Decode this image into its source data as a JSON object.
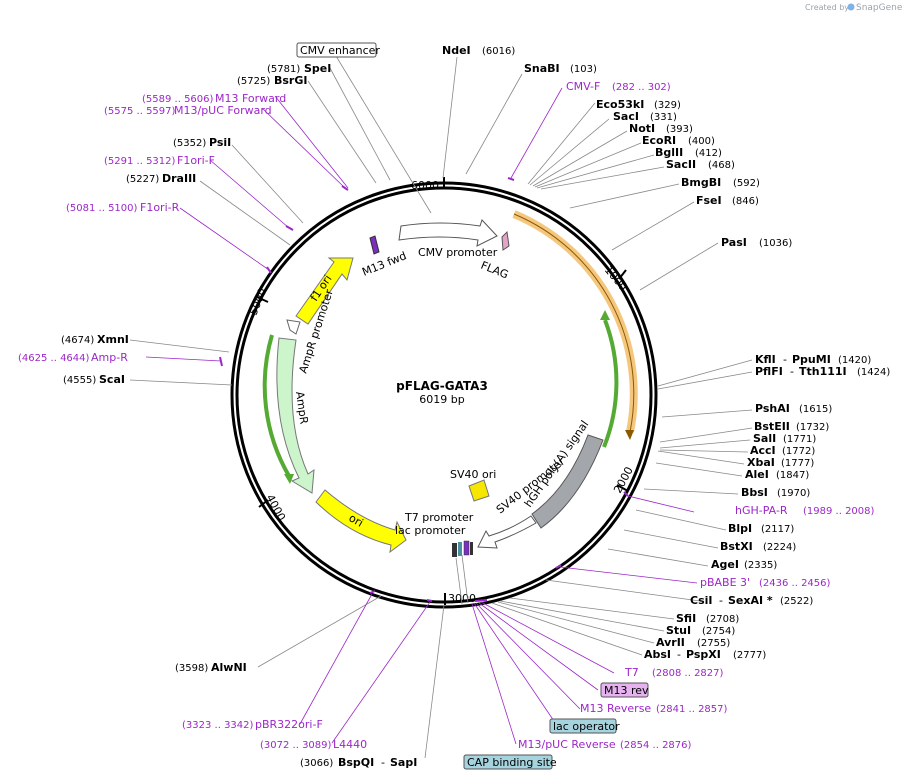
{
  "credit": {
    "created_by": "Created by",
    "brand": "SnapGene"
  },
  "plasmid": {
    "name": "pFLAG-GATA3",
    "length": "6019 bp"
  },
  "ticks": {
    "t1000": "1000",
    "t2000": "2000",
    "t3000": "3000",
    "t4000": "4000",
    "t5000": "5000",
    "t6000": "6000"
  },
  "features": {
    "cmv_promoter": "CMV promoter",
    "flag": "FLAG",
    "m13_fwd": "M13 fwd",
    "f1_ori": "f1 ori",
    "ampr_promoter": "AmpR promoter",
    "ampr": "AmpR",
    "ori": "ori",
    "sv40_ori": "SV40 ori",
    "sv40_promoter": "SV40 promoter",
    "hgh_polya": "hGH poly(A) signal",
    "t7_promoter": "T7 promoter",
    "lac_promoter": "lac promoter"
  },
  "labels": {
    "cmv_enhancer": "CMV enhancer",
    "ndei": {
      "name": "NdeI",
      "pos": "(6016)"
    },
    "snabi": {
      "name": "SnaBI",
      "pos": "(103)"
    },
    "cmvf": {
      "name": "CMV-F",
      "pos": "(282 .. 302)"
    },
    "eco53ki": {
      "name": "Eco53kI",
      "pos": "(329)"
    },
    "saci": {
      "name": "SacI",
      "pos": "(331)"
    },
    "noti": {
      "name": "NotI",
      "pos": "(393)"
    },
    "ecori": {
      "name": "EcoRI",
      "pos": "(400)"
    },
    "bglii": {
      "name": "BglII",
      "pos": "(412)"
    },
    "sacii": {
      "name": "SacII",
      "pos": "(468)"
    },
    "bmgbi": {
      "name": "BmgBI",
      "pos": "(592)"
    },
    "fsei": {
      "name": "FseI",
      "pos": "(846)"
    },
    "pasi": {
      "name": "PasI",
      "pos": "(1036)"
    },
    "kfli": {
      "name": "KflI",
      "dash": "-",
      "name2": "PpuMI",
      "pos": "(1420)"
    },
    "pflfi": {
      "name": "PflFI",
      "dash": "-",
      "name2": "Tth111I",
      "pos": "(1424)"
    },
    "pshai": {
      "name": "PshAI",
      "pos": "(1615)"
    },
    "bsteii": {
      "name": "BstEII",
      "pos": "(1732)"
    },
    "sali": {
      "name": "SalI",
      "pos": "(1771)"
    },
    "acci": {
      "name": "AccI",
      "pos": "(1772)"
    },
    "xbai": {
      "name": "XbaI",
      "pos": "(1777)"
    },
    "alei": {
      "name": "AleI",
      "pos": "(1847)"
    },
    "bbsi": {
      "name": "BbsI",
      "pos": "(1970)"
    },
    "hghpar": {
      "name": "hGH-PA-R",
      "pos": "(1989 .. 2008)"
    },
    "blpi": {
      "name": "BlpI",
      "pos": "(2117)"
    },
    "bstxi": {
      "name": "BstXI",
      "pos": "(2224)"
    },
    "agei": {
      "name": "AgeI",
      "pos": "(2335)"
    },
    "pbabe3": {
      "name": "pBABE 3'",
      "pos": "(2436 .. 2456)"
    },
    "csii": {
      "name": "CsiI",
      "dash": "-",
      "name2": "SexAI *",
      "pos": "(2522)"
    },
    "sfii": {
      "name": "SfiI",
      "pos": "(2708)"
    },
    "stui": {
      "name": "StuI",
      "pos": "(2754)"
    },
    "avrii": {
      "name": "AvrII",
      "pos": "(2755)"
    },
    "absi": {
      "name": "AbsI",
      "dash": "-",
      "name2": "PspXI",
      "pos": "(2777)"
    },
    "t7": {
      "name": "T7",
      "pos": "(2808 .. 2827)"
    },
    "m13rev": "M13 rev",
    "m13reverse": {
      "name": "M13 Reverse",
      "pos": "(2841 .. 2857)"
    },
    "lac_operator": "lac operator",
    "m13pucrev": {
      "name": "M13/pUC Reverse",
      "pos": "(2854 .. 2876)"
    },
    "cap_site": "CAP binding site",
    "bspqi": {
      "pos": "(3066)",
      "name": "BspQI",
      "dash": "-",
      "name2": "SapI"
    },
    "l4440": {
      "pos": "(3072 .. 3089)",
      "name": "L4440"
    },
    "pbr322orif": {
      "pos": "(3323 .. 3342)",
      "name": "pBR322ori-F"
    },
    "alwni": {
      "pos": "(3598)",
      "name": "AlwNI"
    },
    "scai": {
      "pos": "(4555)",
      "name": "ScaI"
    },
    "ampr_primer": {
      "pos": "(4625 .. 4644)",
      "name": "Amp-R"
    },
    "xmni": {
      "pos": "(4674)",
      "name": "XmnI"
    },
    "f1orir": {
      "pos": "(5081 .. 5100)",
      "name": "F1ori-R"
    },
    "draiii": {
      "pos": "(5227)",
      "name": "DraIII"
    },
    "f1orif": {
      "pos": "(5291 .. 5312)",
      "name": "F1ori-F"
    },
    "psii": {
      "pos": "(5352)",
      "name": "PsiI"
    },
    "m13puc_fwd": {
      "pos": "(5575 .. 5597)",
      "name": "M13/pUC Forward"
    },
    "m13_fwd_primer": {
      "pos": "(5589 .. 5606)",
      "name": "M13 Forward"
    },
    "bsrgi": {
      "pos": "(5725)",
      "name": "BsrGI"
    },
    "spei": {
      "pos": "(5781)",
      "name": "SpeI"
    }
  },
  "colors": {
    "backbone": "#000000",
    "primer": "#9c27c9",
    "f1ori": "#ffff00",
    "ampr": "#ccf5cc",
    "sv40": "#a3a7ab",
    "orf_orange": "#f5a623",
    "cap_site": "#a6d4de",
    "m13rev_box": "#e6b3f0"
  }
}
